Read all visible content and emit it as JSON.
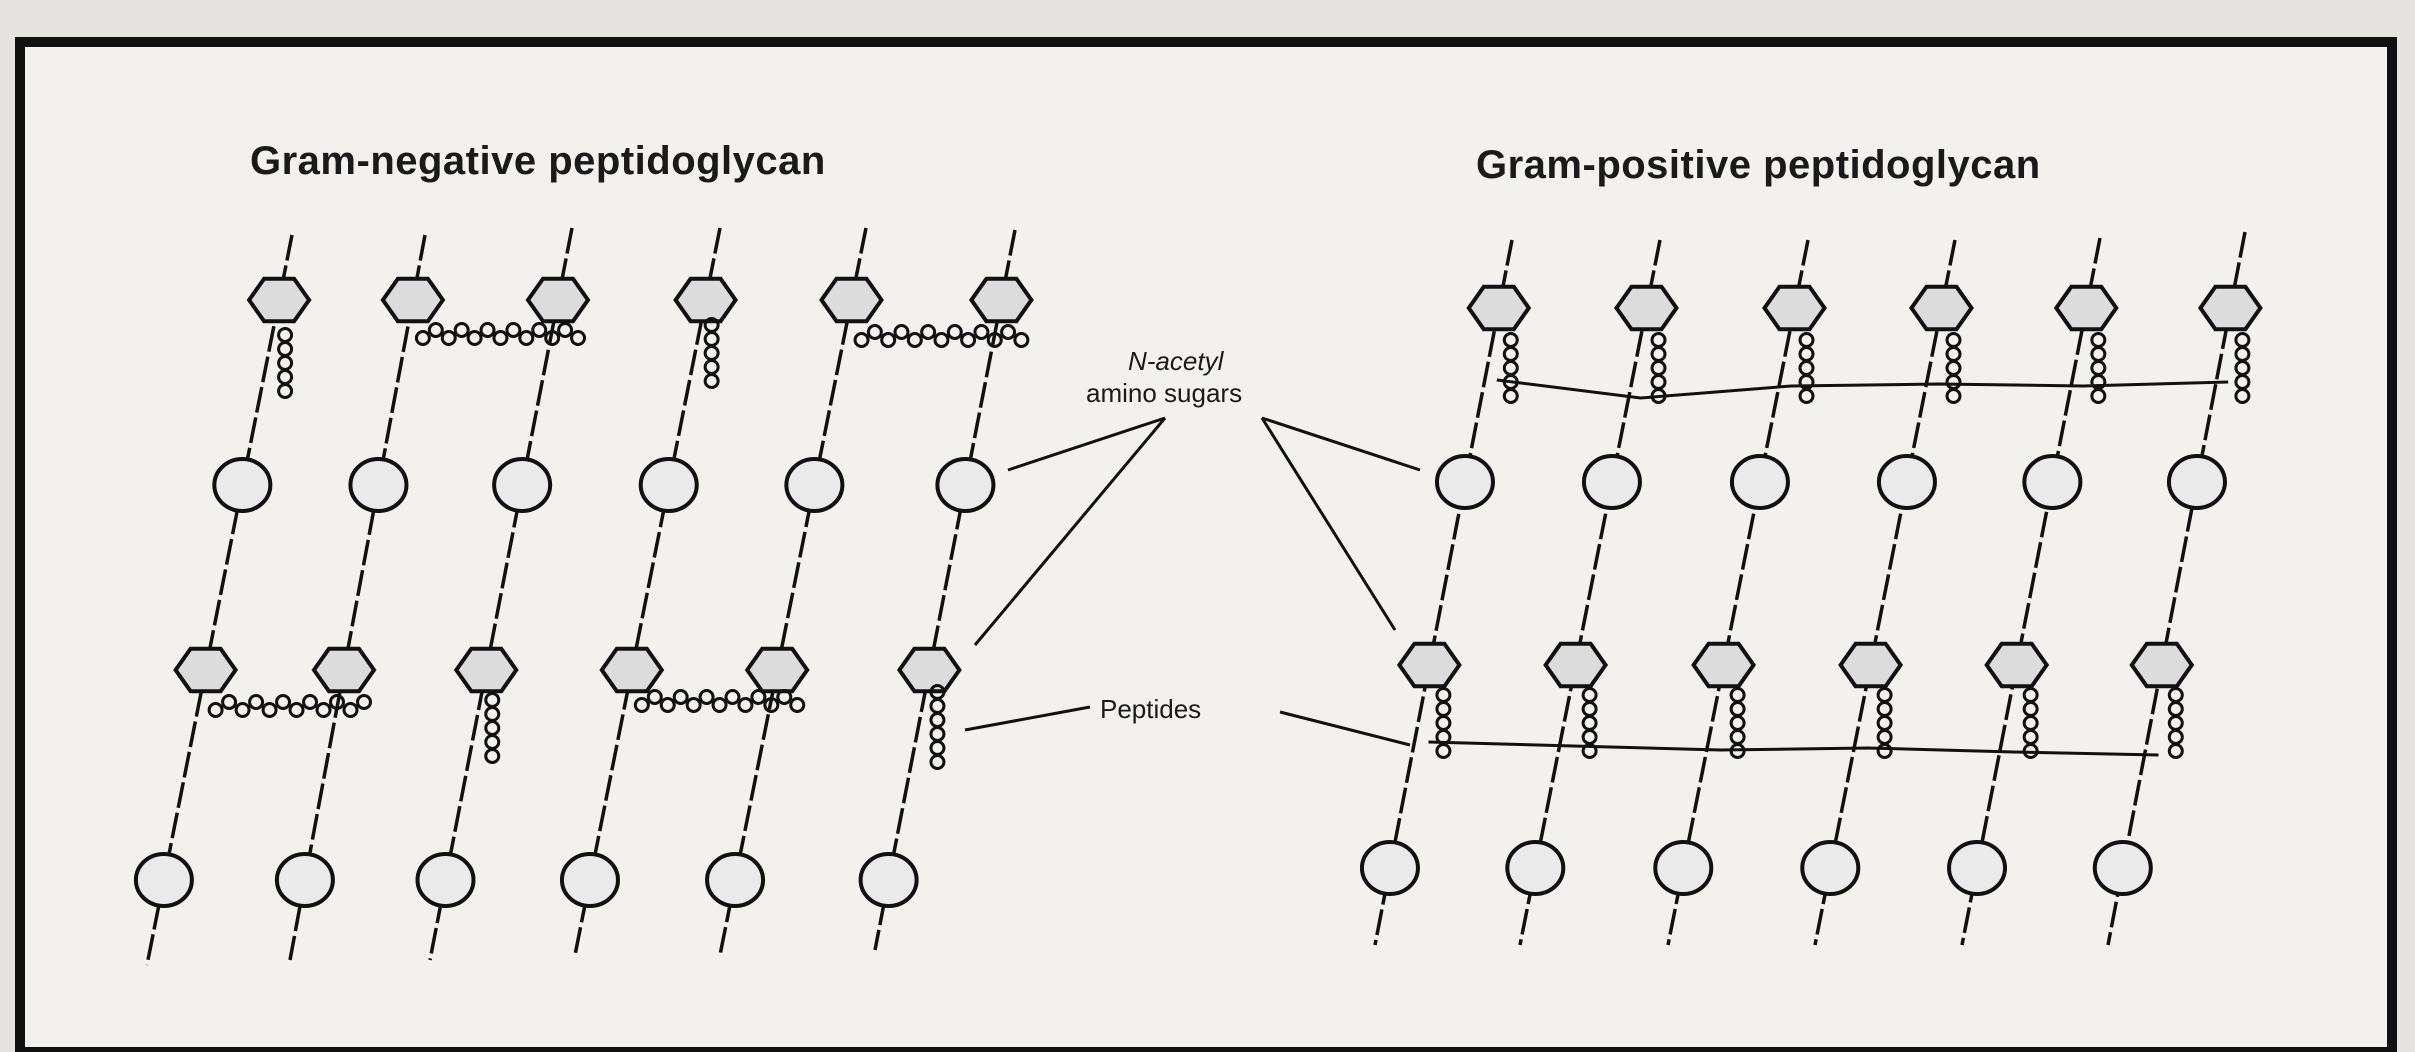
{
  "panels": {
    "left_title": "Gram-negative peptidoglycan",
    "right_title": "Gram-positive peptidoglycan"
  },
  "annotations": {
    "sugars_line1": "N-acetyl",
    "sugars_line2": "amino sugars",
    "peptides": "Peptides"
  },
  "colors": {
    "frame": "#111111",
    "panel_bg": "#f2f1ee",
    "ink": "#111111",
    "sugar_fill": "#dcdcdc"
  }
}
